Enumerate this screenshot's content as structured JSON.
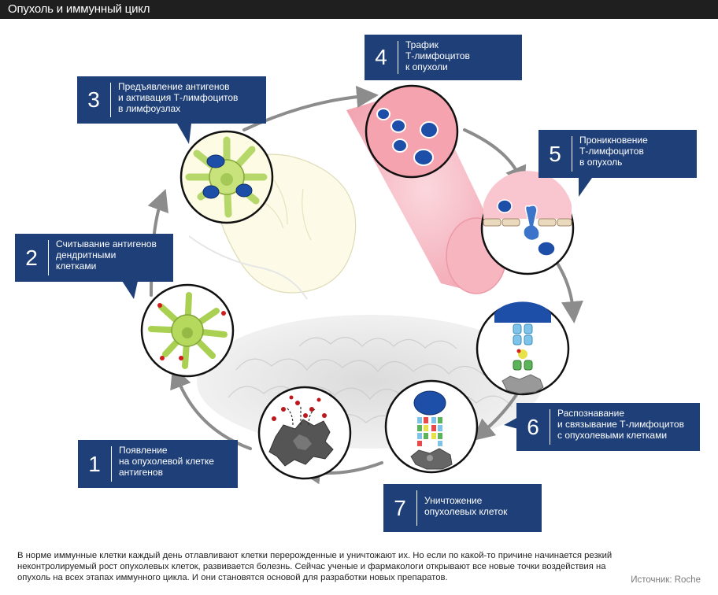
{
  "header": {
    "title": "Опухоль и иммунный цикл"
  },
  "steps": [
    {
      "number": "1",
      "text": "Появление\nна опухолевой клетке\nантигенов"
    },
    {
      "number": "2",
      "text": "Считывание антигенов\nдендритными\nклетками"
    },
    {
      "number": "3",
      "text": "Предъявление антигенов\nи активация Т-лимфоцитов\nв лимфоузлах"
    },
    {
      "number": "4",
      "text": "Трафик\nТ-лимфоцитов\nк опухоли"
    },
    {
      "number": "5",
      "text": "Проникновение\nТ-лимфоцитов\nв опухоль"
    },
    {
      "number": "6",
      "text": "Распознавание\nи связывание Т-лимфоцитов\nс опухолевыми клетками"
    },
    {
      "number": "7",
      "text": "Уничтожение\nопухолевых клеток"
    }
  ],
  "footer": {
    "text": "В норме иммунные клетки каждый день отлавливают клетки перерожденные и уничтожают их. Но если по какой-то причине начинается резкий неконтролируемый рост опухолевых клеток, развивается болезнь. Сейчас ученые и фармакологи открывают все новые точки воздействия на опухоль на всех этапах иммунного цикла. И они становятся основой для разработки новых препаратов.",
    "source": "Источник: Roche"
  },
  "colors": {
    "box": "#1e3f77",
    "arrow": "#8c8c8c",
    "lymphocyte": "#1e4fa8",
    "dendritic": "#a8d34a",
    "vessel": "#f2a5b0",
    "tumor": "#555555"
  }
}
